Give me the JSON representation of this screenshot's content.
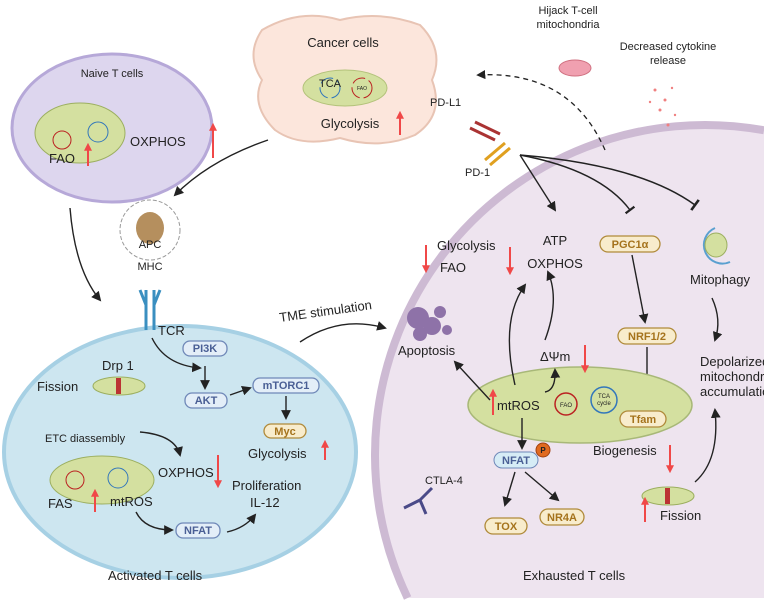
{
  "labels": {
    "cancer_cells": "Cancer cells",
    "cancer_glycolysis": "Glycolysis",
    "naive": "Naive T cells",
    "naive_fao": "FAO",
    "naive_oxphos": "OXPHOS",
    "apc": "APC",
    "mhc": "MHC",
    "tcr": "TCR",
    "hijack1": "Hijack T-cell",
    "hijack2": "mitochondria",
    "cyto1": "Decreased cytokine",
    "cyto2": "release",
    "pdl1": "PD-L1",
    "pd1": "PD-1",
    "tme": "TME stimulation",
    "activated": "Activated T cells",
    "exhausted": "Exhausted T cells",
    "pi3k": "PI3K",
    "akt": "AKT",
    "mtorc1": "mTORC1",
    "myc": "Myc",
    "act_glycolysis": "Glycolysis",
    "drp1": "Drp 1",
    "act_fission": "Fission",
    "etc": "ETC diassembly",
    "act_oxphos": "OXPHOS",
    "fas": "FAS",
    "act_mtros": "mtROS",
    "act_nfat": "NFAT",
    "prolif": "Proliferation",
    "il12": "IL-12",
    "ex_glycolysis": "Glycolysis",
    "ex_fao": "FAO",
    "atp": "ATP",
    "ex_oxphos": "OXPHOS",
    "pgc1a": "PGC1α",
    "mitophagy": "Mitophagy",
    "nrf": "NRF1/2",
    "tfam": "Tfam",
    "depol1": "Depolarized",
    "depol2": "mitochondria",
    "depol3": "accumulation",
    "apoptosis": "Apoptosis",
    "dpsi": "ΔΨm",
    "ex_mtros": "mtROS",
    "ex_nfat": "NFAT",
    "p": "P",
    "ctla4": "CTLA-4",
    "tox": "TOX",
    "nr4a": "NR4A",
    "biogenesis": "Biogenesis",
    "ex_fission": "Fission",
    "fao": "FAO",
    "tca1": "TCA",
    "tca2": "cycle"
  },
  "colors": {
    "activated_cell": "#cde6f0",
    "exhausted_cell": "#eee4ef",
    "naive_cell": "#ddd6ee",
    "cancer_cell": "#fce6dc",
    "mitochondria": "#d4e0a0",
    "up_down_arrow": "#f04848"
  }
}
